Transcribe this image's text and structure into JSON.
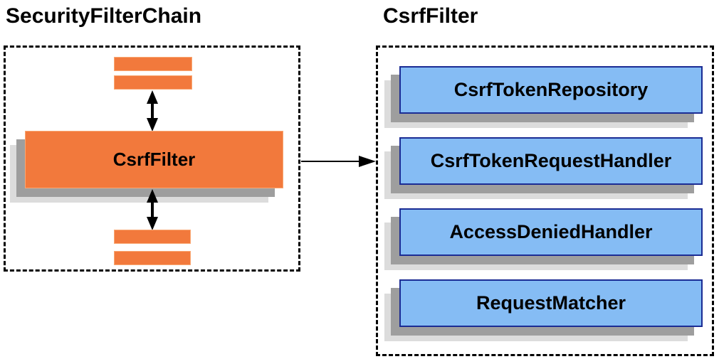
{
  "diagram": {
    "left_panel": {
      "title": "SecurityFilterChain",
      "filter_box_label": "CsrfFilter"
    },
    "right_panel": {
      "title": "CsrfFilter",
      "components": [
        "CsrfTokenRepository",
        "CsrfTokenRequestHandler",
        "AccessDeniedHandler",
        "RequestMatcher"
      ]
    },
    "colors": {
      "orange_fill": "#f2793c",
      "orange_border": "#f9a874",
      "blue_fill": "#85bcf4",
      "blue_border": "#1b2c94",
      "shadow_mid": "#9e9e9e",
      "shadow_light": "#dcdcdc",
      "arrow": "#000000",
      "panel_border": "#000000",
      "text": "#000000",
      "background": "#ffffff"
    }
  }
}
